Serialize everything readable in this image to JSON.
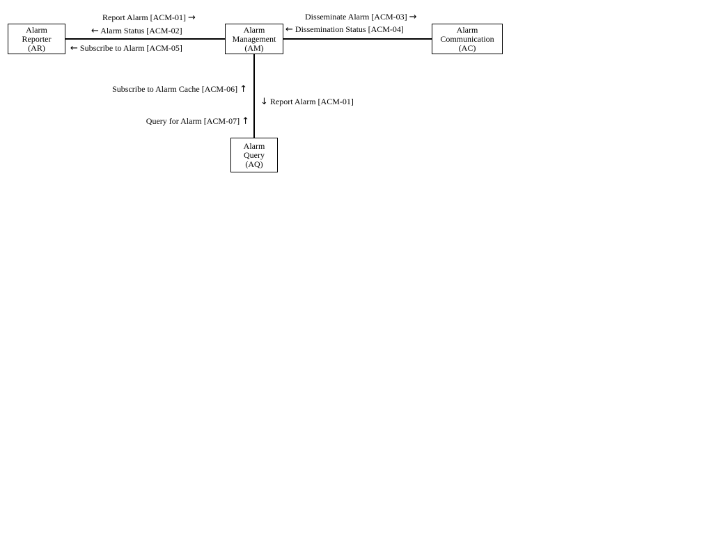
{
  "actors": {
    "ar": {
      "lines": [
        "Alarm",
        "Reporter",
        "(AR)"
      ]
    },
    "am": {
      "lines": [
        "Alarm",
        "Management",
        "(AM)"
      ]
    },
    "ac": {
      "lines": [
        "Alarm",
        "Communication",
        "(AC)"
      ]
    },
    "aq": {
      "lines": [
        "Alarm",
        "Query",
        "(AQ)"
      ]
    }
  },
  "messages": {
    "acm01_to_am": {
      "label": "Report Alarm [ACM-01]",
      "arrow": "→"
    },
    "acm02": {
      "label": "Alarm Status [ACM-02]",
      "arrow": "←"
    },
    "acm05": {
      "label": "Subscribe to Alarm [ACM-05]",
      "arrow": "←"
    },
    "acm03": {
      "label": "Disseminate Alarm [ACM-03]",
      "arrow": "→"
    },
    "acm04": {
      "label": "Dissemination Status [ACM-04]",
      "arrow": "←"
    },
    "acm06": {
      "label": "Subscribe to Alarm Cache [ACM-06]",
      "arrow": "↑"
    },
    "acm07": {
      "label": "Query for Alarm [ACM-07]",
      "arrow": "↑"
    },
    "acm01_to_aq": {
      "label": "Report Alarm  [ACM-01]",
      "arrow": "↓"
    }
  }
}
